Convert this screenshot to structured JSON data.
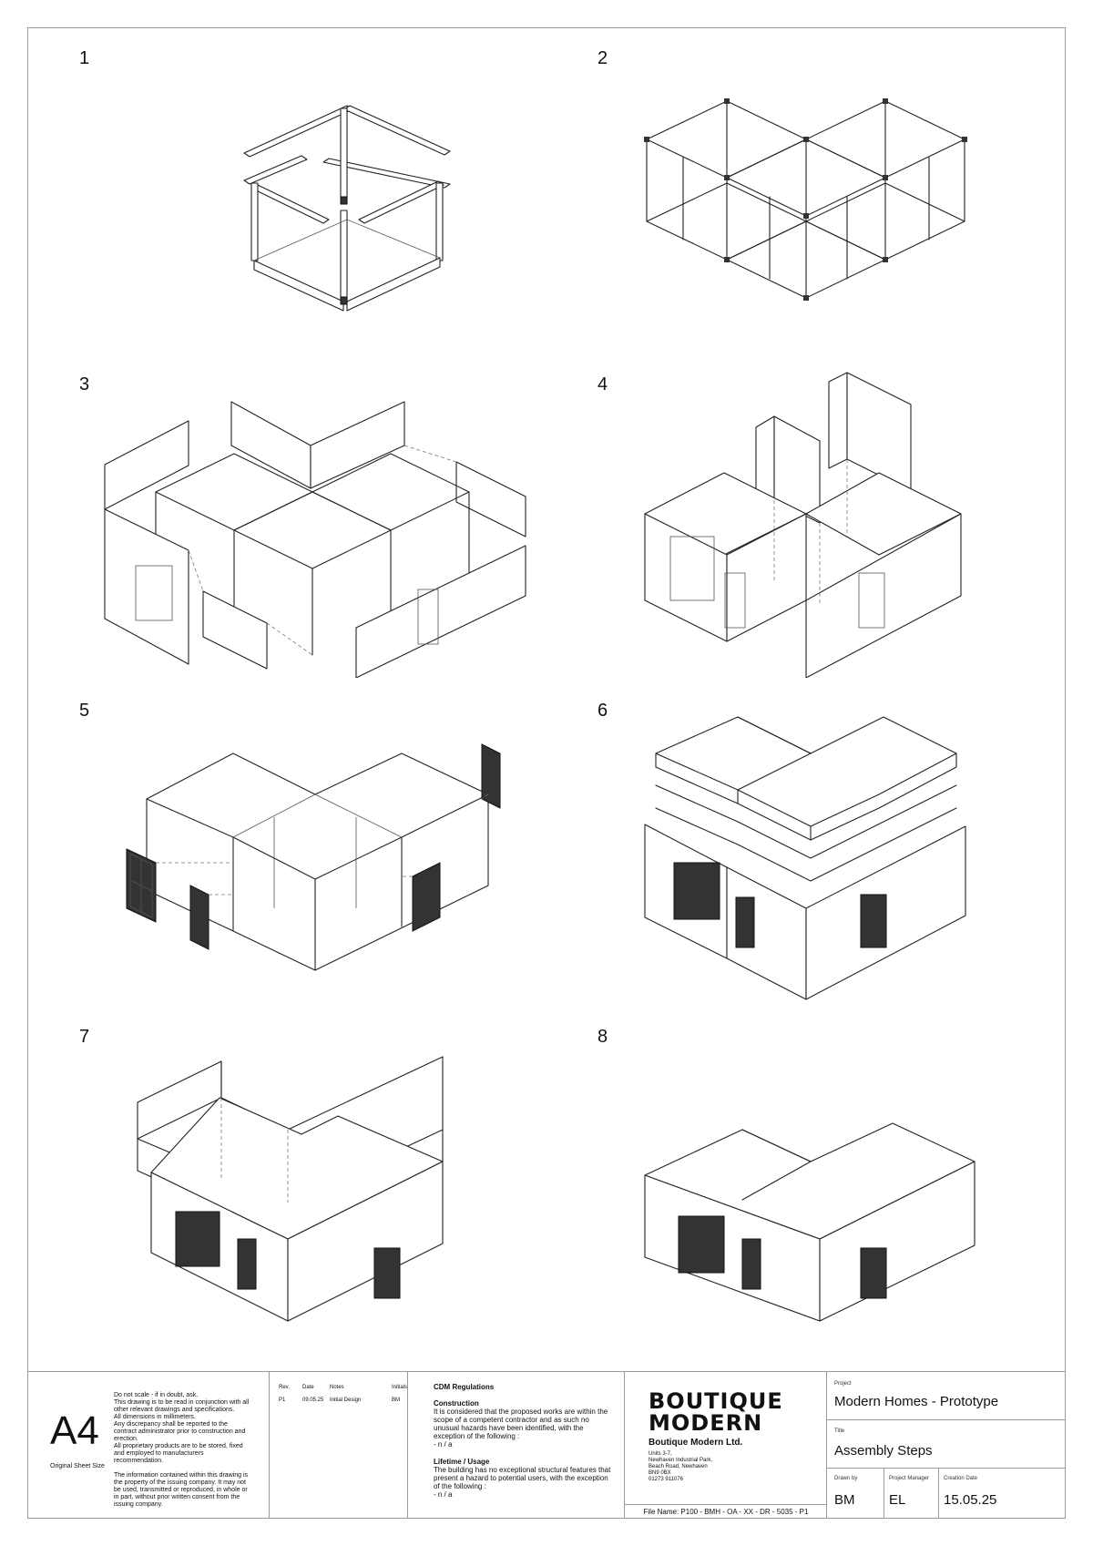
{
  "steps": [
    "1",
    "2",
    "3",
    "4",
    "5",
    "6",
    "7",
    "8"
  ],
  "title_block": {
    "sheet_size": "A4",
    "sheet_size_label": "Original Sheet Size",
    "notes": [
      "Do not scale - if in doubt, ask.\nThis drawing is to be read in conjunction with all other relevant drawings and specifications.\nAll dimensions in millimeters.\nAny discrepancy shall be reported to the contract administrator prior to construction and erection.\nAll proprietary products are to be stored, fixed and employed to manufacturers recommendation.",
      "The information contained within this drawing is the property of the issuing company. It may not be used, transmitted or reproduced, in whole or in part, without prior written consent from the issuing company."
    ],
    "revisions": {
      "headers": [
        "Rev.",
        "Date",
        "Notes",
        "Initials"
      ],
      "rows": [
        [
          "P1",
          "09.05.25",
          "Initial Design",
          "BM"
        ]
      ]
    },
    "cdm": {
      "heading": "CDM Regulations",
      "construction_heading": "Construction",
      "construction_text": "It is considered that the proposed works are within the scope of a competent contractor and as such no unusual hazards have been identified, with the exception of the following :\n- n / a",
      "lifetime_heading": "Lifetime / Usage",
      "lifetime_text": "The building has no exceptional structural features that present a hazard to potential users, with the exception of the following :\n- n / a"
    },
    "company": {
      "logo_line1": "BOUTIQUE",
      "logo_line2": "MODERN",
      "name": "Boutique Modern Ltd.",
      "address": "Units 3-7,\nNewhaven Industrial Park,\nBeach Road, Newhaven\nBN9 0BX\n01273 911076",
      "file_name": "File Name: P100 - BMH - OA - XX - DR - 5035 - P1"
    },
    "project_label": "Project",
    "project": "Modern Homes - Prototype",
    "title_label": "Title",
    "title": "Assembly Steps",
    "drawn_by_label": "Drawn by",
    "drawn_by": "BM",
    "project_manager_label": "Project Manager",
    "project_manager": "EL",
    "creation_date_label": "Creation Date",
    "creation_date": "15.05.25"
  }
}
